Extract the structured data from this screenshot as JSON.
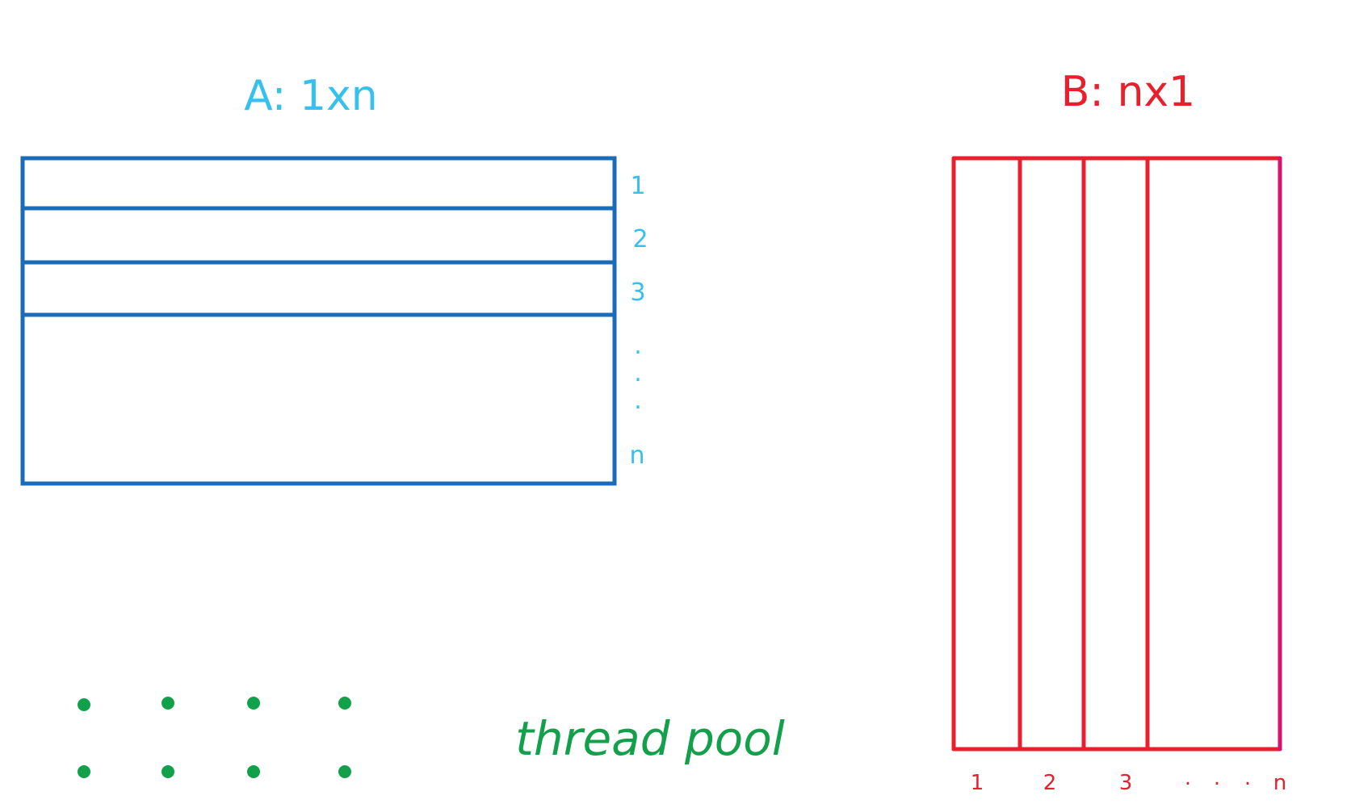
{
  "colors": {
    "matrix_a_stroke": "#1a6bb8",
    "matrix_a_text": "#35c0ee",
    "matrix_b_stroke": "#e8202e",
    "matrix_b_edge": "#d6116e",
    "thread_pool": "#12a14a",
    "background": "#ffffff"
  },
  "matrix_a": {
    "title": "A: 1xn",
    "row_labels": [
      "1",
      "2",
      "3",
      ".",
      ".",
      ".",
      "n"
    ]
  },
  "matrix_b": {
    "title": "B: nx1",
    "column_labels": [
      "1",
      "2",
      "3",
      ".",
      ".",
      ".",
      "n"
    ]
  },
  "thread_pool": {
    "label": "thread pool",
    "thread_count": 8
  }
}
